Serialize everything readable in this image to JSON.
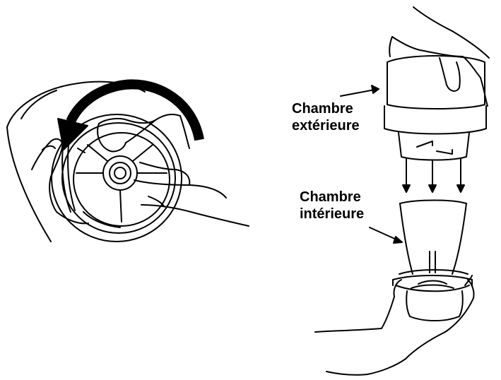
{
  "labels": {
    "outer_chamber": {
      "line1": "Chambre",
      "line2": "extérieure"
    },
    "inner_chamber": {
      "line1": "Chambre",
      "line2": "intérieure"
    }
  },
  "colors": {
    "ink": "#000000",
    "background": "#ffffff"
  },
  "icons": [
    "rotation-arrow-icon",
    "pointer-arrow-icon",
    "down-arrow-icon"
  ]
}
